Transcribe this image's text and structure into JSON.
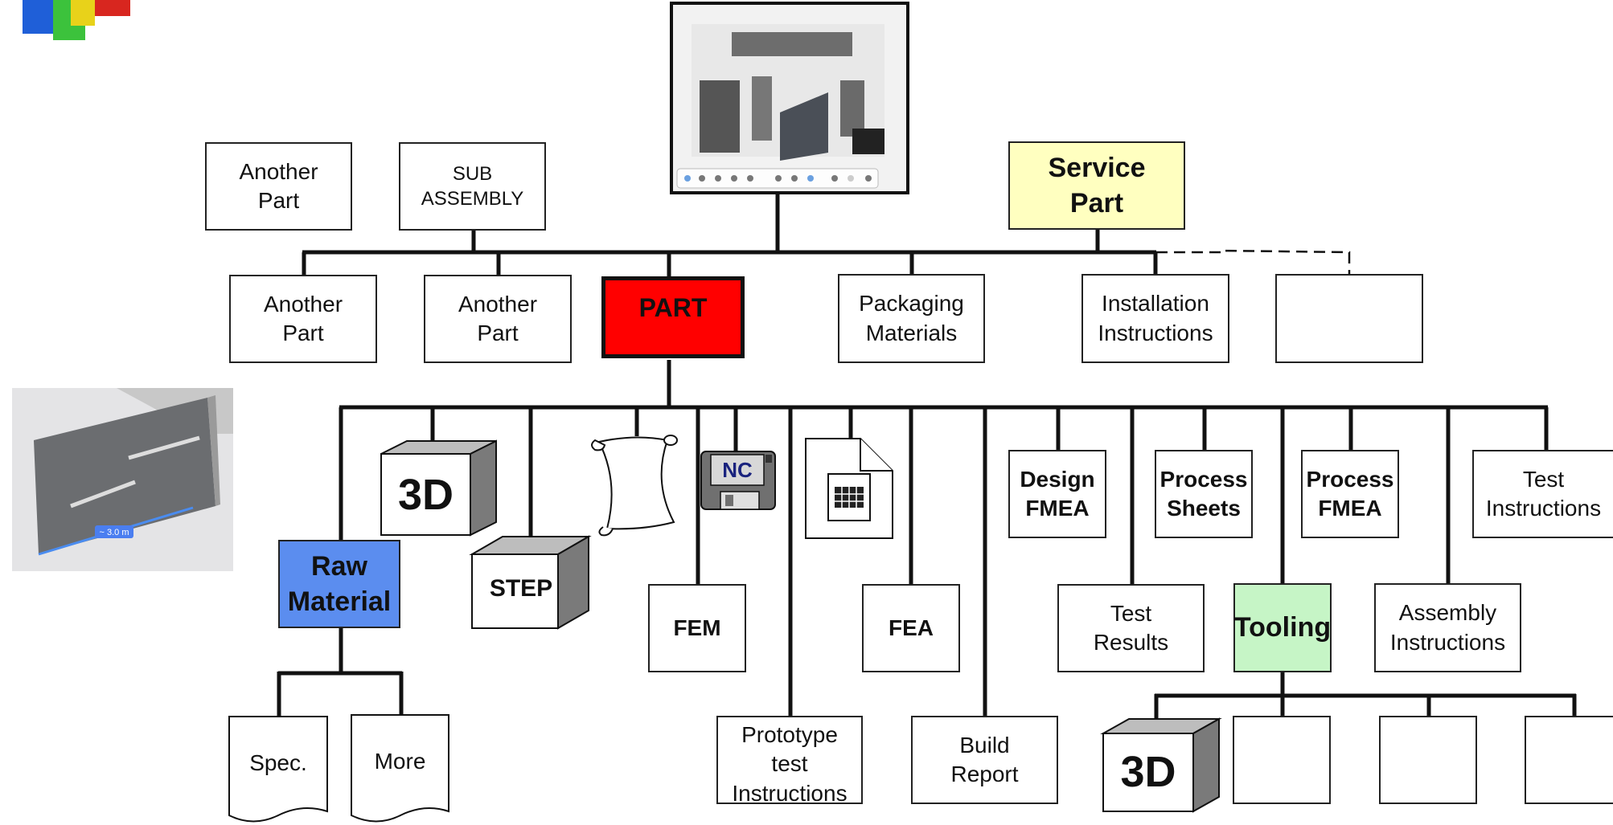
{
  "top_row": {
    "another_part": "Another\nPart",
    "sub_assembly": "SUB\nASSEMBLY",
    "service_part": "Service\nPart"
  },
  "second_row": {
    "another_part_1": "Another\nPart",
    "another_part_2": "Another\nPart",
    "part": "PART",
    "packaging": "Packaging\nMaterials",
    "installation": "Installation\nInstructions"
  },
  "part_children": {
    "cube_3d": "3D",
    "step": "STEP",
    "nc": "NC",
    "raw_material": "Raw\nMaterial",
    "fem": "FEM",
    "fea": "FEA",
    "prototype": "Prototype\ntest\nInstructions",
    "build_report": "Build\nReport",
    "design_fmea": "Design\nFMEA",
    "test_results": "Test\nResults",
    "process_sheets": "Process\nSheets",
    "tooling": "Tooling",
    "process_fmea": "Process\nFMEA",
    "assembly_instructions": "Assembly\nInstructions",
    "test_instructions": "Test\nInstructions"
  },
  "raw_children": {
    "spec": "Spec.",
    "more": "More"
  },
  "tooling_children": {
    "cube_3d": "3D"
  },
  "thumbnail": {
    "dimension_label": "~ 3.0 m"
  },
  "colors": {
    "part_red": "#ff0000",
    "service_yellow": "#ffffc0",
    "raw_blue": "#5b8def",
    "tooling_green": "#c6f5c6"
  }
}
